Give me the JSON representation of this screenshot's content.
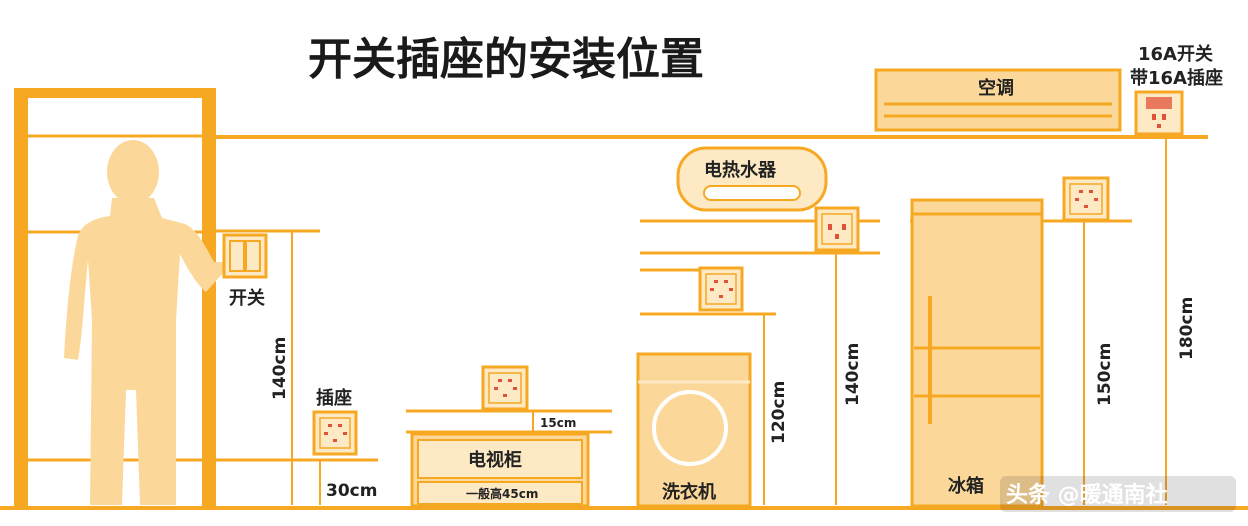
{
  "title": "开关插座的安装位置",
  "labels": {
    "switch": "开关",
    "socket": "插座",
    "tv_cabinet": "电视柜",
    "tv_note": "一般高45cm",
    "washer": "洗衣机",
    "water_heater": "电热水器",
    "fridge": "冰箱",
    "aircon": "空调",
    "ac_note_line1": "16A开关",
    "ac_note_line2": "带16A插座"
  },
  "dimensions": {
    "switch_height": "140cm",
    "socket_height": "30cm",
    "tv_offset": "15cm",
    "washer_height": "120cm",
    "heater_height": "140cm",
    "fridge_height": "150cm",
    "ac_height": "180cm"
  },
  "watermark": "头条 @暖通南社",
  "colors": {
    "primary": "#f7a823",
    "fill_light": "#fbd89a",
    "fill_lighter": "#fde9c4",
    "socket_red": "#e0533a"
  }
}
